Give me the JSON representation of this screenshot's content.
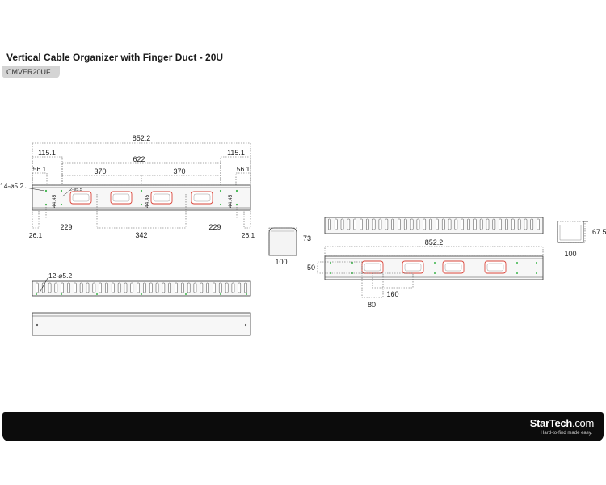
{
  "header": {
    "title": "Vertical Cable Organizer with Finger Duct - 20U",
    "sku": "CMVER20UF"
  },
  "front_view": {
    "overall_width": "852.2",
    "end_offset_left": "115.1",
    "end_offset_right": "115.1",
    "center_span": "622",
    "slot_pitch_left": "370",
    "slot_pitch_right": "370",
    "edge_left": "56.1",
    "edge_right": "56.1",
    "hole_spec": "14-⌀5.2",
    "small_hole_spec": "2-⌀5.5",
    "height_left": "44.45",
    "height_center": "44.45",
    "height_right": "44.45",
    "bottom_edge_left": "26.1",
    "bottom_edge_right": "26.1",
    "bottom_span_left": "229",
    "bottom_span_center": "342",
    "bottom_span_right": "229"
  },
  "finger_view": {
    "hole_spec": "12-⌀5.2"
  },
  "profile_small": {
    "width": "100",
    "height": "73"
  },
  "profile_right": {
    "width": "100",
    "height": "67.5"
  },
  "right_view": {
    "overall_width": "852.2",
    "slot_height": "50",
    "slot_width": "80",
    "slot_pitch": "160"
  },
  "footer": {
    "brand_name": "StarTech",
    "brand_suffix": ".com",
    "tagline": "Hard-to-find made easy."
  }
}
